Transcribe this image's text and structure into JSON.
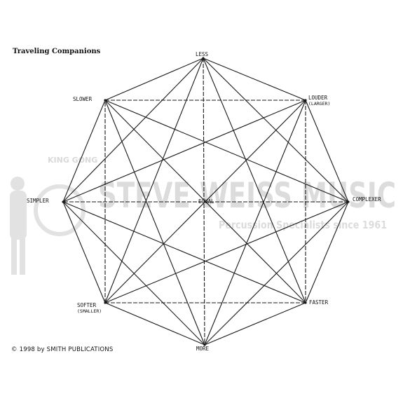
{
  "title": "Traveling Companions",
  "copyright": "© 1998 by SMITH PUBLICATIONS",
  "watermark": {
    "brand_small": "KING GONG",
    "brand": "STEVE WEISS MUSIC",
    "tagline": "Percussion Specialists since 1961",
    "color": "#d9d9d9"
  },
  "diagram": {
    "line_color": "#1a1a1a",
    "center_label": "EQUAL",
    "vertices": [
      {
        "label": "LESS",
        "sub": ""
      },
      {
        "label": "LOUDER",
        "sub": "(LARGER)"
      },
      {
        "label": "COMPLEXER",
        "sub": ""
      },
      {
        "label": "FASTER",
        "sub": ""
      },
      {
        "label": "MORE",
        "sub": ""
      },
      {
        "label": "SOFTER",
        "sub": "(SMALLER)"
      },
      {
        "label": "SIMPLER",
        "sub": ""
      },
      {
        "label": "SLOWER",
        "sub": ""
      }
    ]
  }
}
